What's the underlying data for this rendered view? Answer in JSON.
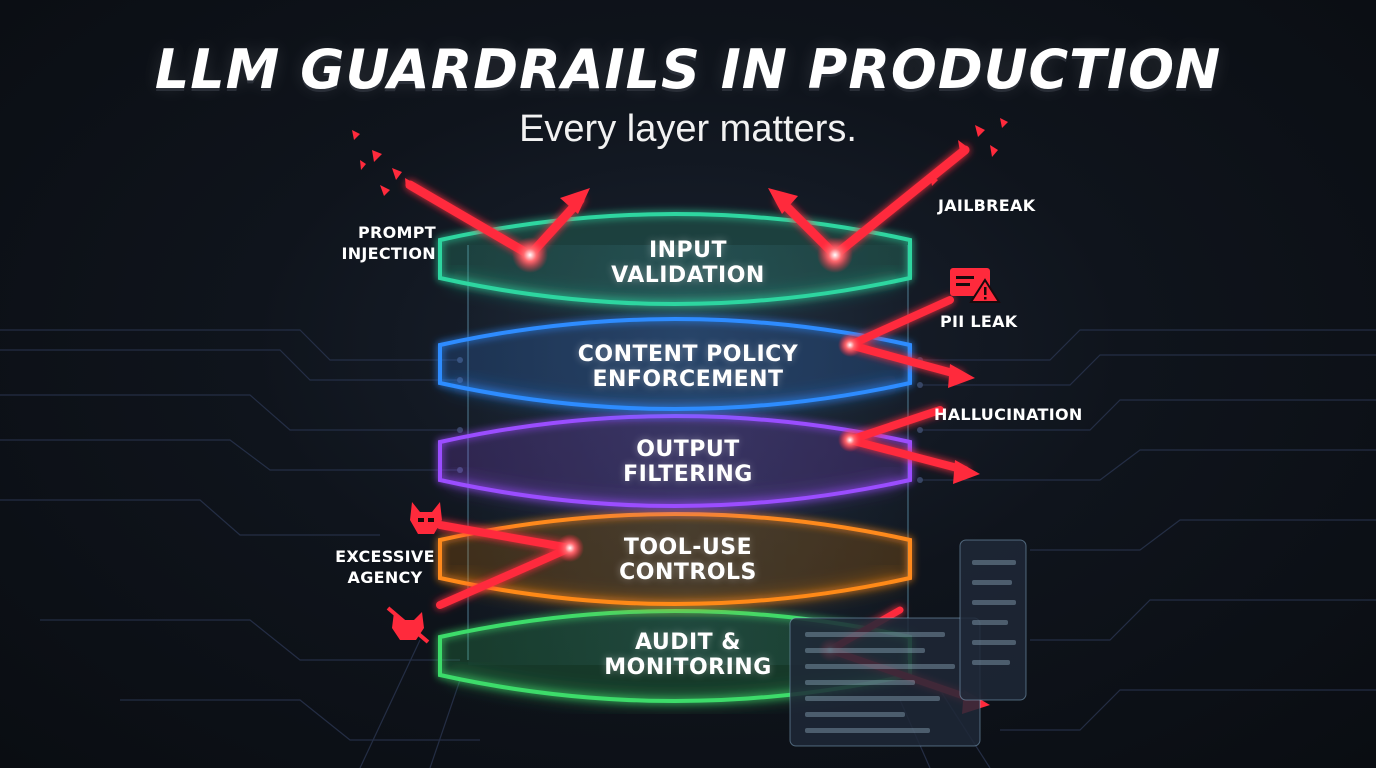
{
  "header": {
    "title": "LLM GUARDRAILS IN PRODUCTION",
    "subtitle": "Every layer matters."
  },
  "layers": [
    {
      "line1": "INPUT",
      "line2": "VALIDATION",
      "color": "#2fd6a0"
    },
    {
      "line1": "CONTENT POLICY",
      "line2": "ENFORCEMENT",
      "color": "#2f8cff"
    },
    {
      "line1": "OUTPUT",
      "line2": "FILTERING",
      "color": "#9b4dff"
    },
    {
      "line1": "TOOL-USE",
      "line2": "CONTROLS",
      "color": "#ff8a1f"
    },
    {
      "line1": "AUDIT &",
      "line2": "MONITORING",
      "color": "#3ddc6a"
    }
  ],
  "threats": {
    "prompt_injection": {
      "line1": "PROMPT",
      "line2": "INJECTION"
    },
    "jailbreak": "JAILBREAK",
    "pii_leak": "PII LEAK",
    "hallucination": "HALLUCINATION",
    "excessive_agency": {
      "line1": "EXCESSIVE",
      "line2": "AGENCY"
    }
  },
  "colors": {
    "threat": "#ff2a3c",
    "background": "#0f141c"
  },
  "icons": [
    "pii-document-warning-icon",
    "devil-mask-icon",
    "blocked-devil-icon"
  ]
}
